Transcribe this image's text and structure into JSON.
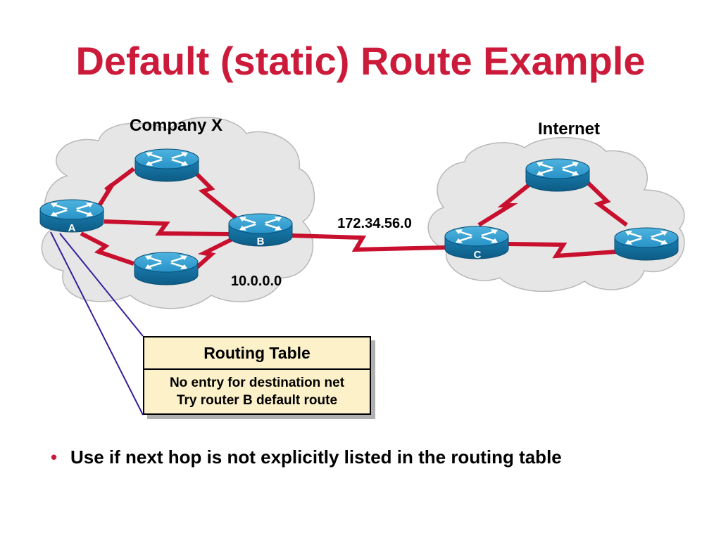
{
  "title": "Default (static) Route Example",
  "clouds": {
    "company": {
      "label": "Company X",
      "network": "10.0.0.0"
    },
    "internet": {
      "label": "Internet"
    }
  },
  "link": {
    "network": "172.34.56.0"
  },
  "routers": {
    "a": "A",
    "b": "B",
    "c": "C"
  },
  "routing_table": {
    "header": "Routing Table",
    "line1": "No entry for destination net",
    "line2": "Try router B default route"
  },
  "bullets": [
    "Use if next hop is not explicitly listed in the routing table"
  ],
  "colors": {
    "title": "#cc1a3a",
    "cloud_fill": "#e6e6e6",
    "link": "#c8102e",
    "router": "#1b83b8",
    "callout_line": "#3a1e9c",
    "table_fill": "#fcf1c8"
  }
}
